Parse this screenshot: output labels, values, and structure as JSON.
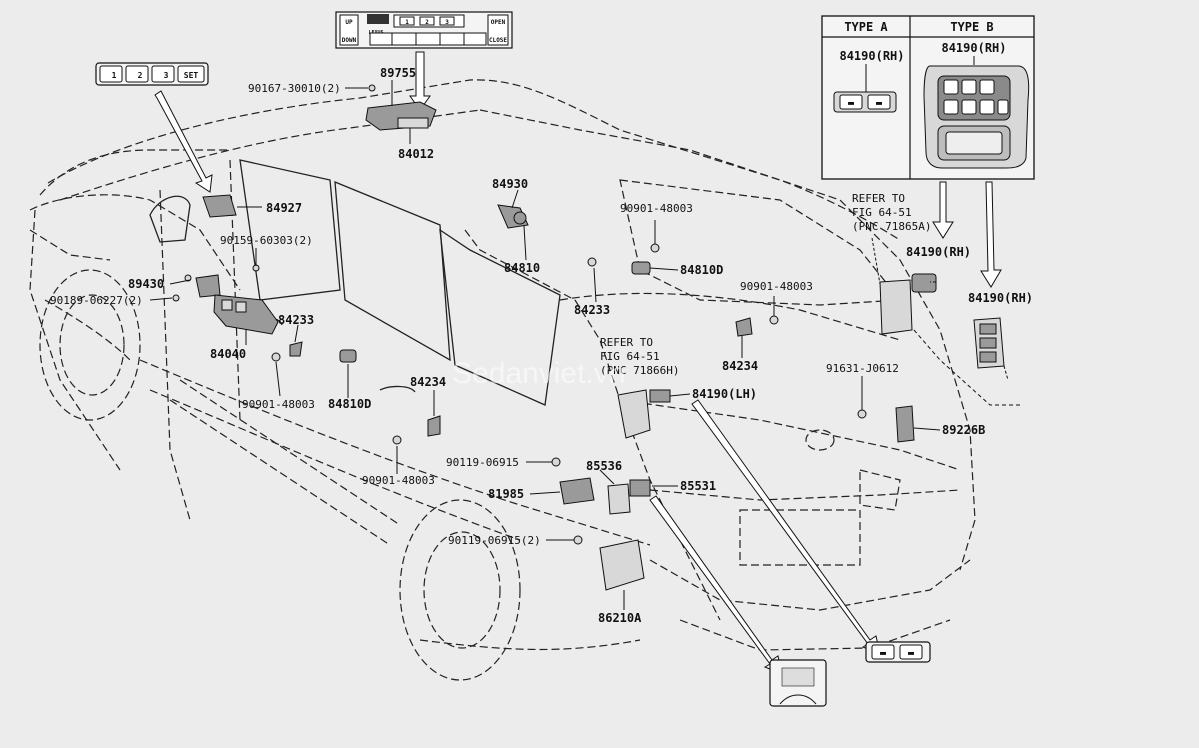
{
  "table": {
    "type_a_header": "TYPE A",
    "type_b_header": "TYPE B",
    "type_a_part": "84190(RH)",
    "type_b_part": "84190(RH)"
  },
  "overhead_panel": {
    "up": "UP",
    "down": "DOWN",
    "open": "OPEN",
    "close": "CLOSE",
    "brand": "LEXUS",
    "buttons": [
      "1",
      "2",
      "3"
    ]
  },
  "seat_buttons": [
    "1",
    "2",
    "3",
    "SET"
  ],
  "watermark": "Sedanviet.vn",
  "callouts": [
    {
      "id": "c1",
      "text": "90167-30010(2)"
    },
    {
      "id": "c2",
      "text": "89755"
    },
    {
      "id": "c3",
      "text": "84012"
    },
    {
      "id": "c4",
      "text": "84927"
    },
    {
      "id": "c5",
      "text": "84930"
    },
    {
      "id": "c6",
      "text": "90159-60303(2)"
    },
    {
      "id": "c7",
      "text": "89430"
    },
    {
      "id": "c8",
      "text": "90189-06227(2)"
    },
    {
      "id": "c9",
      "text": "84233"
    },
    {
      "id": "c10",
      "text": "84040"
    },
    {
      "id": "c11",
      "text": "90901-48003"
    },
    {
      "id": "c12",
      "text": "84810D"
    },
    {
      "id": "c13",
      "text": "84234"
    },
    {
      "id": "c14",
      "text": "90901-48003"
    },
    {
      "id": "c15",
      "text": "84810"
    },
    {
      "id": "c16",
      "text": "90901-48003"
    },
    {
      "id": "c17",
      "text": "84810D"
    },
    {
      "id": "c18",
      "text": "84233"
    },
    {
      "id": "c19",
      "text": "90901-48003"
    },
    {
      "id": "c20",
      "text": "84234"
    },
    {
      "id": "c21",
      "text": "90119-06915"
    },
    {
      "id": "c22",
      "text": "85536"
    },
    {
      "id": "c23",
      "text": "81985"
    },
    {
      "id": "c24",
      "text": "85531"
    },
    {
      "id": "c25",
      "text": "90119-06915(2)"
    },
    {
      "id": "c26",
      "text": "86210A"
    },
    {
      "id": "c27",
      "text": "84190(LH)"
    },
    {
      "id": "c28",
      "text": "84190(RH)"
    },
    {
      "id": "c29",
      "text": "84190(RH)"
    },
    {
      "id": "c30",
      "text": "91631-J0612"
    },
    {
      "id": "c31",
      "text": "89226B"
    }
  ],
  "refer_notes": [
    {
      "line1": "REFER TO",
      "line2": "FIG 64-51",
      "line3": "(PNC 71865A)"
    },
    {
      "line1": "REFER TO",
      "line2": "FIG 64-51",
      "line3": "(PNC 71866H)"
    }
  ]
}
